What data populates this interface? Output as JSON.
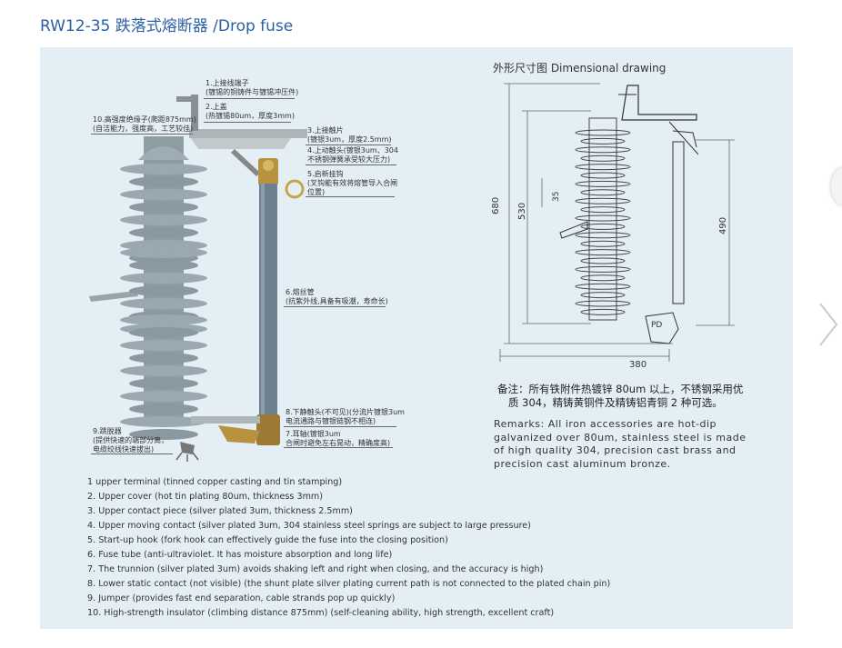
{
  "page_title": "RW12-35 跌落式熔断器 /Drop fuse",
  "fuse_labels": [
    {
      "line1": "1.上接线端子",
      "line2": "(镀锡的铜铸件与镀锡冲压件)"
    },
    {
      "line1": "2.上盖",
      "line2": "(热镀锡80um，厚度3mm)"
    },
    {
      "line1": "3.上接触片",
      "line2": "(镀银3um，厚度2.5mm)"
    },
    {
      "line1": "4.上动触头(镀银3um、304",
      "line2": "不锈钢弹簧承受较大压力)"
    },
    {
      "line1": "5.启新挂钩",
      "line2": "(叉钩能有效将熔管导入合闸",
      "line3": "位置)"
    },
    {
      "line1": "6.熔丝管",
      "line2": "(抗紫外线,具备有吸潮，寿命长)"
    },
    {
      "line1": "8.下静触头(不可见)(分流片镀银3um",
      "line2": "电流通路与镀银链钢不相连)"
    },
    {
      "line1": "7.耳轴(镀银3um",
      "line2": "合闸时避免左右晃动，精确度高)"
    },
    {
      "line1": "9.跳脱器",
      "line2": "(提供快速的端部分离，",
      "line3": "电缆绞线快速拔出)"
    },
    {
      "line1": "10.高强度绝缘子(爬距875mm)",
      "line2": "(自洁能力，强度高，工艺较佳)"
    }
  ],
  "dimensional": {
    "title": "外形尺寸图 Dimensional drawing",
    "dims": {
      "d680": "680",
      "d530": "530",
      "d35": "35",
      "d490": "490",
      "d380": "380",
      "pd": "PD"
    }
  },
  "remarks_cn": [
    "备注：所有铁附件热镀锌 80um 以上，不锈钢采用优",
    "质 304，精铸黄铜件及精铸铝青铜 2 种可选。"
  ],
  "remarks_en": [
    "Remarks: All iron accessories are hot-dip",
    "galvanized over 80um, stainless steel is made",
    "of high quality 304, precision cast brass and",
    "precision cast aluminum bronze."
  ],
  "legend": [
    "1 upper terminal (tinned copper casting and tin stamping)",
    "2. Upper cover (hot tin plating 80um, thickness 3mm)",
    "3. Upper contact piece (silver plated 3um, thickness 2.5mm)",
    "4. Upper moving contact (silver plated 3um, 304 stainless steel springs are subject to large pressure)",
    "5. Start-up hook (fork hook can effectively guide the fuse into the closing position)",
    "6. Fuse tube (anti-ultraviolet. It has moisture absorption and long life)",
    "7. The trunnion (silver plated 3um) avoids shaking left and right when closing, and the accuracy is high)",
    "8. Lower static contact (not visible) (the shunt plate silver plating current path is not connected to the plated chain pin)",
    "9. Jumper (provides fast end separation, cable strands pop up quickly)",
    "10. High-strength insulator (climbing distance 875mm) (self-cleaning ability, high strength, excellent craft)"
  ],
  "colors": {
    "title": "#2b5fa6",
    "panel": "#e4eef5",
    "insulator": "#8e9da4",
    "tube": "#6f8190",
    "brass": "#b8923e"
  },
  "icons": {
    "next": "chevron-right-icon"
  }
}
